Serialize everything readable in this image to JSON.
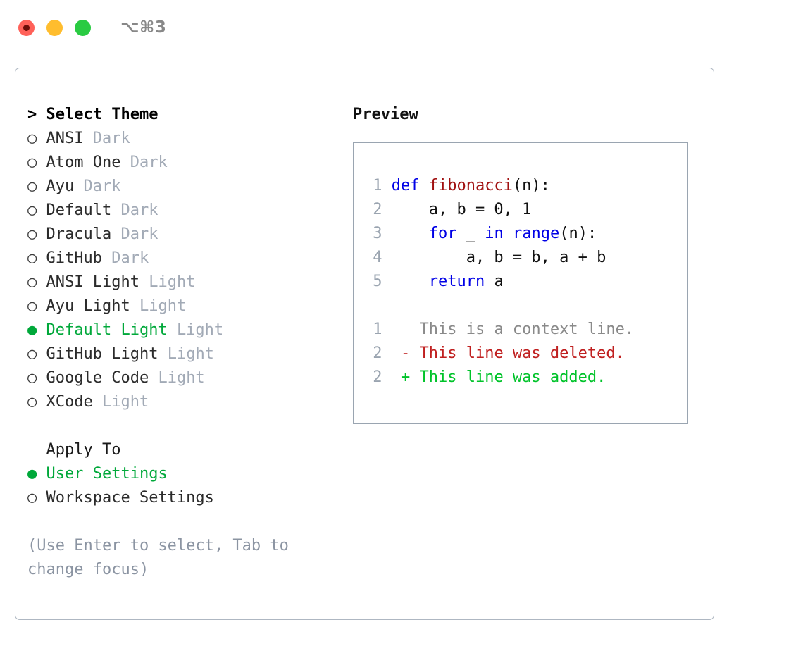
{
  "window": {
    "shortcut": "⌥⌘3",
    "traffic_lights": [
      {
        "name": "close",
        "color": "#ff6159"
      },
      {
        "name": "minimize",
        "color": "#ffbd2e"
      },
      {
        "name": "zoom",
        "color": "#2acb42"
      }
    ]
  },
  "theme_picker": {
    "header_marker": ">",
    "header": "Select Theme",
    "unselected_marker": "○",
    "selected_marker": "●",
    "items": [
      {
        "marker": "○",
        "name": "ANSI",
        "mode": "Dark",
        "selected": false
      },
      {
        "marker": "○",
        "name": "Atom One",
        "mode": "Dark",
        "selected": false
      },
      {
        "marker": "○",
        "name": "Ayu",
        "mode": "Dark",
        "selected": false
      },
      {
        "marker": "○",
        "name": "Default",
        "mode": "Dark",
        "selected": false
      },
      {
        "marker": "○",
        "name": "Dracula",
        "mode": "Dark",
        "selected": false
      },
      {
        "marker": "○",
        "name": "GitHub",
        "mode": "Dark",
        "selected": false
      },
      {
        "marker": "○",
        "name": "ANSI Light",
        "mode": "Light",
        "selected": false
      },
      {
        "marker": "○",
        "name": "Ayu Light",
        "mode": "Light",
        "selected": false
      },
      {
        "marker": "●",
        "name": "Default Light",
        "mode": "Light",
        "selected": true
      },
      {
        "marker": "○",
        "name": "GitHub Light",
        "mode": "Light",
        "selected": false
      },
      {
        "marker": "○",
        "name": "Google Code",
        "mode": "Light",
        "selected": false
      },
      {
        "marker": "○",
        "name": "XCode",
        "mode": "Light",
        "selected": false
      }
    ]
  },
  "apply_to": {
    "label": "Apply To",
    "items": [
      {
        "marker": "●",
        "name": "User Settings",
        "selected": true
      },
      {
        "marker": "○",
        "name": "Workspace Settings",
        "selected": false
      }
    ]
  },
  "help": {
    "line1": "(Use Enter to select, Tab to",
    "line2": "change focus)"
  },
  "preview": {
    "title": "Preview",
    "code": [
      {
        "ln": "1",
        "tokens": [
          {
            "t": "def ",
            "c": "kw"
          },
          {
            "t": "fibonacci",
            "c": "fn"
          },
          {
            "t": "(n):",
            "c": "plain"
          }
        ]
      },
      {
        "ln": "2",
        "tokens": [
          {
            "t": "    a, b = 0, 1",
            "c": "plain"
          }
        ]
      },
      {
        "ln": "3",
        "tokens": [
          {
            "t": "    ",
            "c": "plain"
          },
          {
            "t": "for",
            "c": "kw"
          },
          {
            "t": " _ ",
            "c": "plain"
          },
          {
            "t": "in",
            "c": "kw"
          },
          {
            "t": " ",
            "c": "plain"
          },
          {
            "t": "range",
            "c": "kw"
          },
          {
            "t": "(n):",
            "c": "plain"
          }
        ]
      },
      {
        "ln": "4",
        "tokens": [
          {
            "t": "        a, b = b, a + b",
            "c": "plain"
          }
        ]
      },
      {
        "ln": "5",
        "tokens": [
          {
            "t": "    ",
            "c": "plain"
          },
          {
            "t": "return",
            "c": "kw"
          },
          {
            "t": " a",
            "c": "plain"
          }
        ]
      }
    ],
    "diff": [
      {
        "ln": "1",
        "sign": " ",
        "text": " This is a context line.",
        "kind": "ctx"
      },
      {
        "ln": "2",
        "sign": "-",
        "text": " This line was deleted.",
        "kind": "del"
      },
      {
        "ln": "2",
        "sign": "+",
        "text": " This line was added.",
        "kind": "add"
      }
    ]
  },
  "colors": {
    "accent_green": "#00a83a",
    "muted": "#a2aab6",
    "help_text": "#8b94a2",
    "keyword_blue": "#0000e6",
    "function_red": "#a01010",
    "diff_added": "#00c32a",
    "diff_deleted": "#c02020",
    "border": "#aeb7c2"
  }
}
